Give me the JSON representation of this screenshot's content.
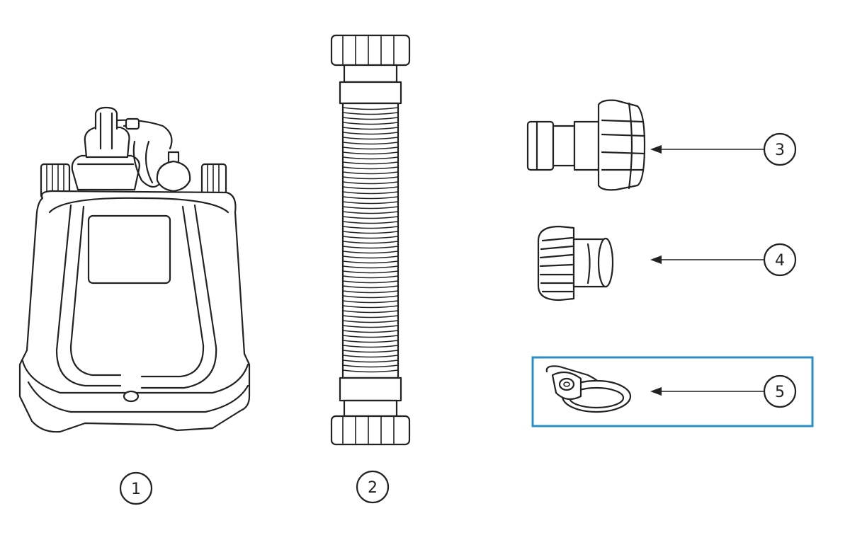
{
  "parts": [
    {
      "id": "1",
      "label": "1",
      "icon": "pump-unit-icon"
    },
    {
      "id": "2",
      "label": "2",
      "icon": "corrugated-hose-icon"
    },
    {
      "id": "3",
      "label": "3",
      "icon": "hose-adapter-with-nut-icon"
    },
    {
      "id": "4",
      "label": "4",
      "icon": "threaded-adapter-icon"
    },
    {
      "id": "5",
      "label": "5",
      "icon": "hose-clamp-icon"
    }
  ],
  "highlight": {
    "part": "5",
    "color": "#2a8fc7"
  },
  "colors": {
    "line": "#222222",
    "background": "#ffffff"
  }
}
